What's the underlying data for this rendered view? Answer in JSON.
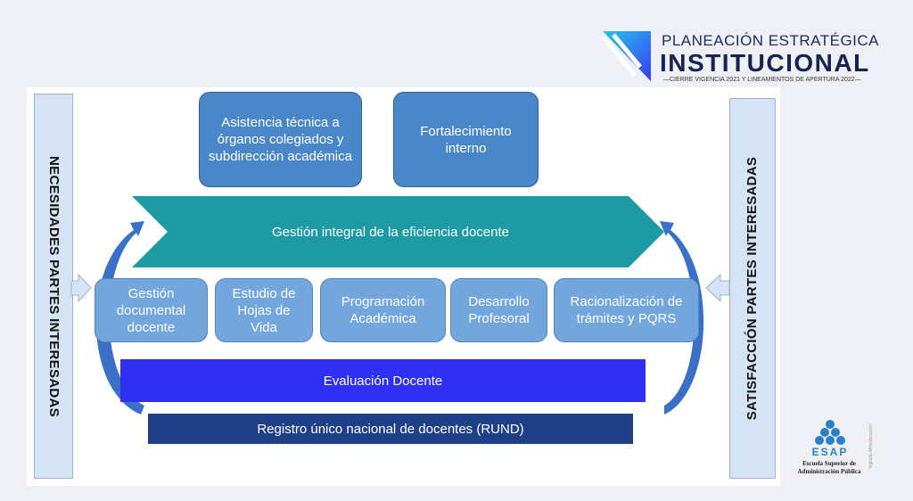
{
  "logo": {
    "line1": "PLANEACIÓN ESTRATÉGICA",
    "line2": "INSTITUCIONAL",
    "line3": "—CIERRE VIGENCIA 2021 Y LINEAMIENTOS DE APERTURA 2022—"
  },
  "esap": {
    "acronym": "ESAP",
    "name1": "Escuela Superior de",
    "name2": "Administración Pública",
    "side": "Vigilada Mineducación"
  },
  "left_banner": "NECESIDADES PARTES INTERESADAS",
  "right_banner": "SATISFACCIÓN PARTES INTERESADAS",
  "top_boxes": [
    "Asistencia técnica a órganos colegiados y subdirección académica",
    "Fortalecimiento interno"
  ],
  "chevron": "Gestión integral de la eficiencia docente",
  "process_boxes": [
    "Gestión documental docente",
    "Estudio de Hojas de Vida",
    "Programación Académica",
    "Desarrollo Profesoral",
    "Racionalización de trámites y PQRS"
  ],
  "evaluation": "Evaluación Docente",
  "rund": "Registro único nacional de docentes (RUND)",
  "colors": {
    "teal": "#1e9aa5",
    "top": "#4a87c9",
    "mid": "#72a6dc",
    "eval": "#2f30f2",
    "rund": "#1f3f86"
  }
}
